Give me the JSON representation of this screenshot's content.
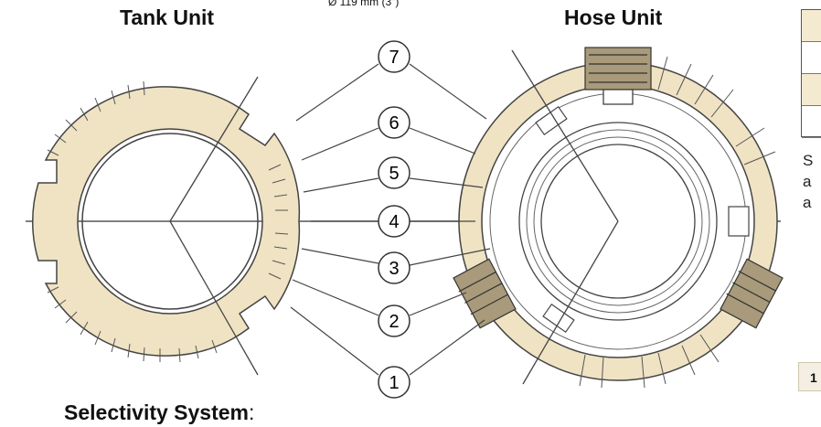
{
  "titles": {
    "tank_unit": "Tank Unit",
    "hose_unit": "Hose Unit",
    "diameter": "Ø 119 mm (3\")"
  },
  "callouts": [
    {
      "label": "7"
    },
    {
      "label": "6"
    },
    {
      "label": "5"
    },
    {
      "label": "4"
    },
    {
      "label": "3"
    },
    {
      "label": "2"
    },
    {
      "label": "1"
    }
  ],
  "footer": {
    "label": "Selectivity System",
    "suffix": ":"
  },
  "clipped_text": {
    "line1": "S",
    "line2": "a",
    "line3": "a"
  },
  "page_box": {
    "label": "1"
  },
  "colors": {
    "ring_fill": "#efe3c4",
    "line": "#444444",
    "thin": "#666666"
  }
}
